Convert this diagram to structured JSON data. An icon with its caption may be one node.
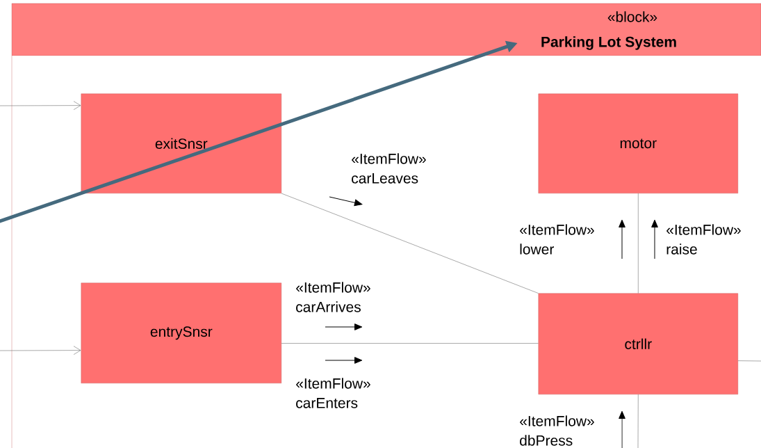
{
  "diagram": {
    "nodes": [
      {
        "text": [
          "«block»",
          "Parking Lot System"
        ]
      },
      {
        "text": [
          "exitSnsr"
        ],
        "in": 0
      },
      {
        "text": [
          "motor"
        ],
        "in": 0
      },
      {
        "text": [
          "entrySnsr"
        ],
        "in": 0
      },
      {
        "text": [
          "ctrllr"
        ],
        "in": 0
      }
    ],
    "edges": [
      {
        "from": null,
        "to": 1,
        "arrow": "to"
      },
      {
        "from": null,
        "to": 3,
        "arrow": "to"
      },
      {
        "from": 1,
        "to": 4,
        "arrow": "none"
      },
      {
        "from": 3,
        "to": 4,
        "arrow": "none"
      },
      {
        "from": 4,
        "to": 2,
        "arrow": "none"
      },
      {
        "from": 4,
        "to": null,
        "arrow": "none"
      },
      {
        "from": 4,
        "to": null,
        "arrow": "none"
      },
      {
        "from": null,
        "to": 0,
        "arrow": "to",
        "style": "thick",
        "color": "#456a7e"
      }
    ],
    "labels": [
      "«ItemFlow» carLeaves",
      "«ItemFlow» carArrives",
      "«ItemFlow» carEnters",
      "«ItemFlow» lower",
      "«ItemFlow» raise",
      "«ItemFlow» dbPress"
    ]
  }
}
